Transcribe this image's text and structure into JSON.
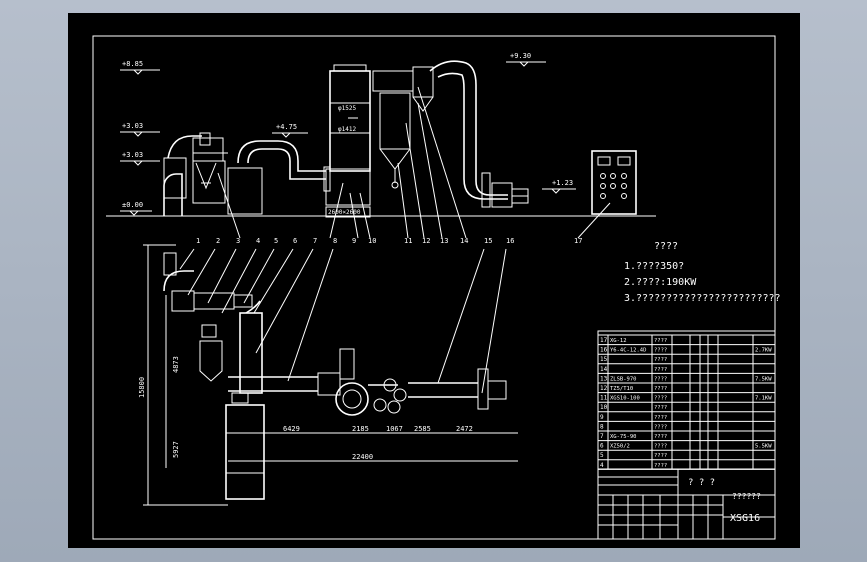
{
  "drawing": {
    "levels": [
      "+8.85",
      "+9.30",
      "+3.03",
      "+4.75",
      "+3.03",
      "±0.00",
      "+1.23"
    ],
    "annotations": [
      "φ1525",
      "φ1412",
      "2600×2600"
    ],
    "balloons_top": [
      "1",
      "2",
      "3",
      "4",
      "5",
      "6",
      "7",
      "8",
      "9",
      "10",
      "11",
      "12",
      "13",
      "14",
      "15",
      "16",
      "17"
    ],
    "balloons_plan": [
      "1",
      "2",
      "3",
      "4",
      "5",
      "6",
      "7",
      "8",
      "15",
      "16"
    ],
    "dimensions": [
      "15800",
      "4873",
      "5927",
      "6429",
      "2185",
      "1067",
      "2585",
      "2472",
      "22400"
    ]
  },
  "notes": {
    "title": "????",
    "lines": [
      "1.????350?",
      "2.????:190KW",
      "3.????????????????????????"
    ]
  },
  "title_block": {
    "center_label": "? ? ?",
    "name": "??????",
    "drawing_no": "XSG16",
    "parts_rows": [
      {
        "no": "17",
        "spec": "XG-12",
        "name": "????"
      },
      {
        "no": "16",
        "spec": "Y6-4C-12.4D",
        "name": "????"
      },
      {
        "no": "15",
        "spec": "",
        "name": "????"
      },
      {
        "no": "14",
        "spec": "",
        "name": "????"
      },
      {
        "no": "13",
        "spec": "ZLSB-970",
        "name": "????"
      },
      {
        "no": "12",
        "spec": "TZ5/T10",
        "name": "????"
      },
      {
        "no": "11",
        "spec": "XGS10-100",
        "name": "????"
      },
      {
        "no": "10",
        "spec": "",
        "name": "????"
      },
      {
        "no": "9",
        "spec": "",
        "name": "????"
      },
      {
        "no": "8",
        "spec": "",
        "name": "????"
      },
      {
        "no": "7",
        "spec": "XG-75-90",
        "name": "????"
      },
      {
        "no": "6",
        "spec": "XZ50/2",
        "name": "????"
      },
      {
        "no": "5",
        "spec": "",
        "name": "????"
      },
      {
        "no": "4",
        "spec": "",
        "name": "????"
      }
    ],
    "remarks": [
      "2.7KW",
      "7.5KW",
      "7.1KW",
      "5.5KW"
    ]
  }
}
